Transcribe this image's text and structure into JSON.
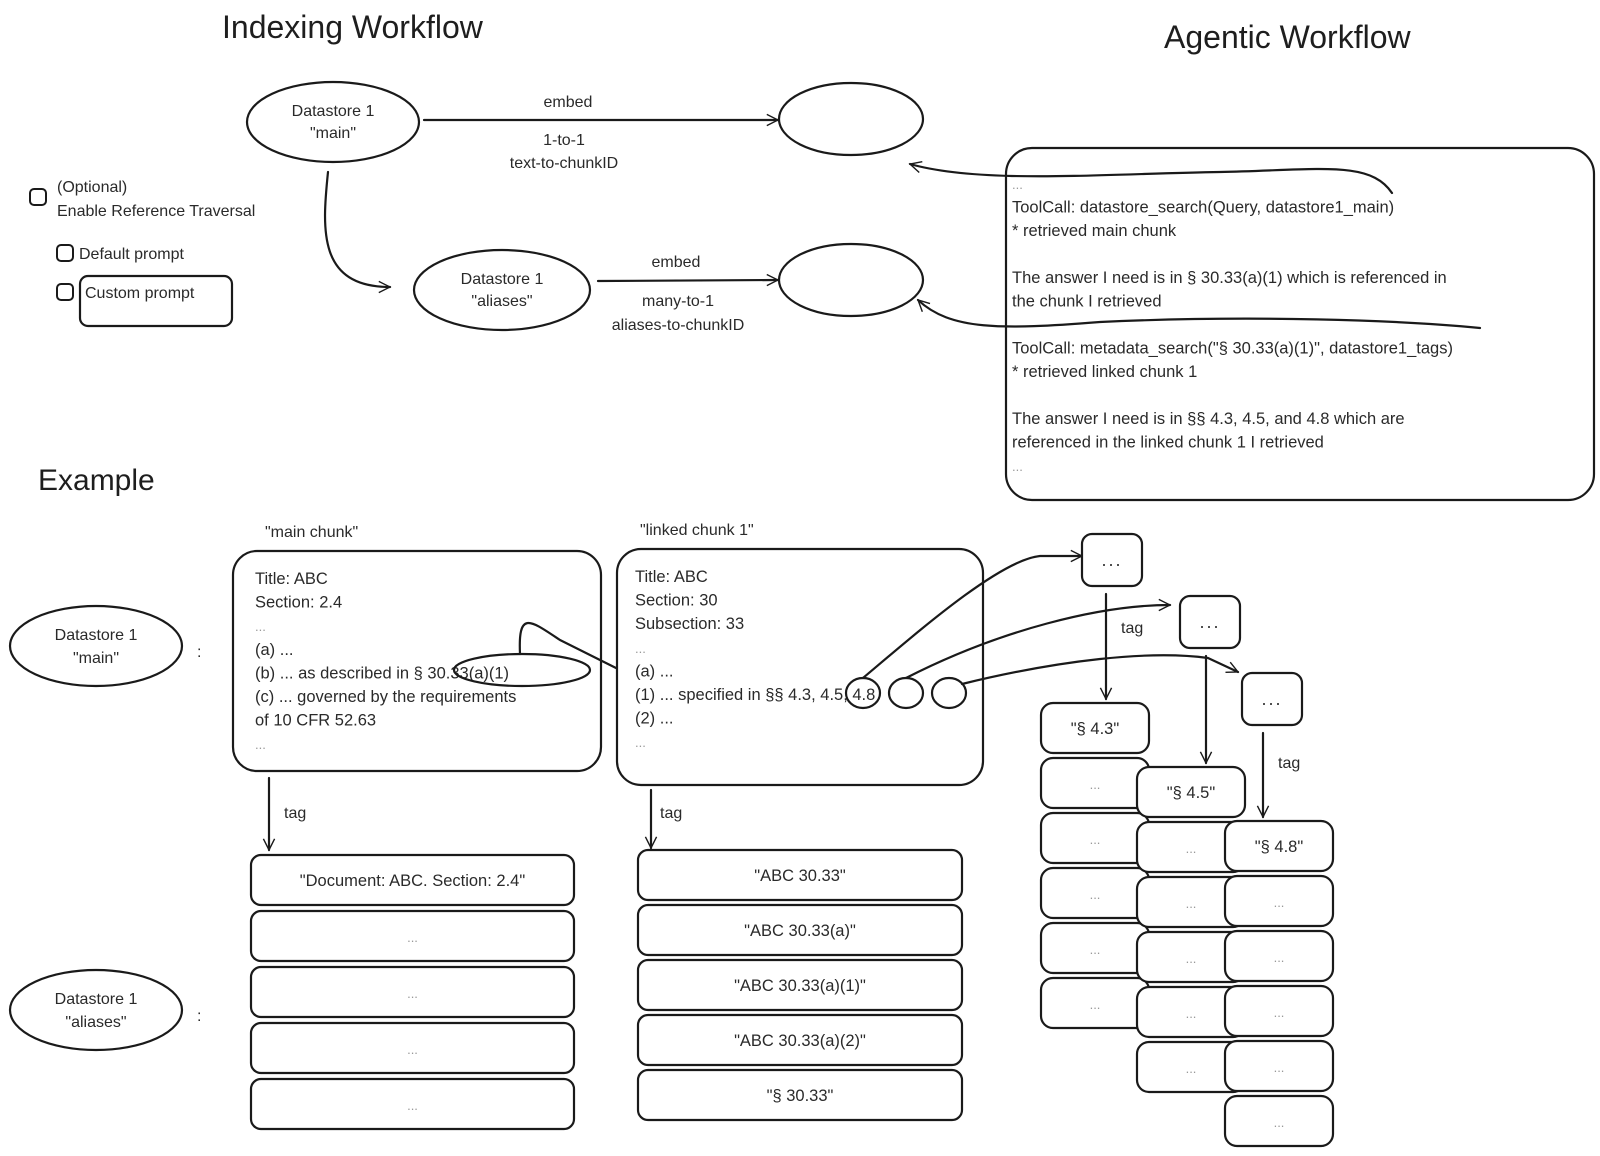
{
  "titles": {
    "indexing": "Indexing Workflow",
    "agentic": "Agentic Workflow",
    "example": "Example"
  },
  "options": {
    "reference_traversal_line1": "(Optional)",
    "reference_traversal_line2": "Enable Reference Traversal",
    "default_prompt": "Default prompt",
    "custom_prompt": "Custom prompt"
  },
  "indexing": {
    "main_node": {
      "line1": "Datastore 1",
      "line2": "\"main\""
    },
    "aliases_node": {
      "line1": "Datastore 1",
      "line2": "\"aliases\""
    },
    "main_edge": {
      "label": "embed",
      "mapping": "1-to-1",
      "detail": "text-to-chunkID"
    },
    "aliases_edge": {
      "label": "embed",
      "mapping": "many-to-1",
      "detail": "aliases-to-chunkID"
    }
  },
  "agentic": {
    "lines": [
      {
        "text": "...",
        "style": "dots"
      },
      {
        "text": "ToolCall: datastore_search(Query, datastore1_main)",
        "style": "body"
      },
      {
        "text": "* retrieved main chunk",
        "style": "body"
      },
      {
        "text": "",
        "style": "gap"
      },
      {
        "text": "The answer I need is in § 30.33(a)(1) which is referenced in",
        "style": "body"
      },
      {
        "text": "the chunk I retrieved",
        "style": "body"
      },
      {
        "text": "",
        "style": "gap"
      },
      {
        "text": "ToolCall: metadata_search(\"§ 30.33(a)(1)\", datastore1_tags)",
        "style": "body"
      },
      {
        "text": "* retrieved linked chunk 1",
        "style": "body"
      },
      {
        "text": "",
        "style": "gap"
      },
      {
        "text": "The answer I need is in §§ 4.3, 4.5, and 4.8 which are",
        "style": "body"
      },
      {
        "text": "referenced in the linked chunk 1 I retrieved",
        "style": "body"
      },
      {
        "text": "...",
        "style": "dots"
      }
    ]
  },
  "example": {
    "main_store": {
      "line1": "Datastore 1",
      "line2": "\"main\""
    },
    "aliases_store": {
      "line1": "Datastore 1",
      "line2": "\"aliases\""
    },
    "main_chunk": {
      "caption": "\"main chunk\"",
      "lines": [
        {
          "text": "Title: ABC",
          "style": "body"
        },
        {
          "text": "Section: 2.4",
          "style": "body"
        },
        {
          "text": "...",
          "style": "dots"
        },
        {
          "text": "(a) ...",
          "style": "body"
        },
        {
          "text": "(b) ... as described in § 30.33(a)(1)",
          "style": "body"
        },
        {
          "text": "(c) ... governed by the requirements",
          "style": "body"
        },
        {
          "text": "of 10 CFR 52.63",
          "style": "body"
        },
        {
          "text": "...",
          "style": "dots"
        }
      ],
      "tag_label": "tag",
      "tags": [
        "\"Document: ABC. Section: 2.4\"",
        "...",
        "...",
        "...",
        "..."
      ]
    },
    "linked_chunk": {
      "caption": "\"linked chunk 1\"",
      "lines": [
        {
          "text": "Title: ABC",
          "style": "body"
        },
        {
          "text": "Section: 30",
          "style": "body"
        },
        {
          "text": "Subsection: 33",
          "style": "body"
        },
        {
          "text": "...",
          "style": "dots"
        },
        {
          "text": "(a) ...",
          "style": "body"
        },
        {
          "text": "(1) ... specified in §§ 4.3, 4.5, 4.8",
          "style": "body"
        },
        {
          "text": "(2) ...",
          "style": "body"
        },
        {
          "text": "...",
          "style": "dots"
        }
      ],
      "tag_label": "tag",
      "tags": [
        "\"ABC 30.33\"",
        "\"ABC 30.33(a)\"",
        "\"ABC 30.33(a)(1)\"",
        "\"ABC 30.33(a)(2)\"",
        "\"§ 30.33\""
      ]
    },
    "ref_chunks": [
      {
        "label": "...",
        "tag_label": "tag",
        "tags": [
          "\"§ 4.3\"",
          "...",
          "...",
          "...",
          "...",
          "..."
        ]
      },
      {
        "label": "...",
        "tag_label": "",
        "tags": [
          "\"§ 4.5\"",
          "...",
          "...",
          "...",
          "...",
          "..."
        ]
      },
      {
        "label": "...",
        "tag_label": "tag",
        "tags": [
          "\"§ 4.8\"",
          "...",
          "...",
          "...",
          "...",
          "..."
        ]
      }
    ]
  }
}
